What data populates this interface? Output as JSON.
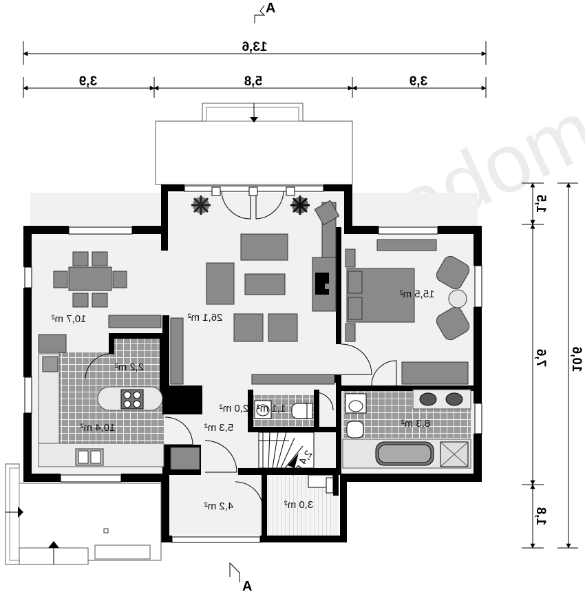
{
  "sections": {
    "top": "A",
    "bottom": "A"
  },
  "dimensions": {
    "overall_width": "13,6",
    "left_width": "3,9",
    "middle_width": "5,8",
    "right_width": "3,9",
    "overall_depth": "10,6",
    "top_offset": "1,5",
    "main_depth": "7,6",
    "bottom_offset": "1,8"
  },
  "rooms": {
    "dining": "10,7 m²",
    "living": "26,1 m²",
    "bedroom": "15,5 m²",
    "pantry": "2,2 m²",
    "kitchen": "10,4 m²",
    "hall": "5,3 m²",
    "wc": "2,0 m²",
    "wc_small": "1,1 m²",
    "bathroom": "8,3 m²",
    "stairs": "2,4 m²",
    "entrance": "4,2 m²",
    "boiler": "3,0 m²"
  }
}
